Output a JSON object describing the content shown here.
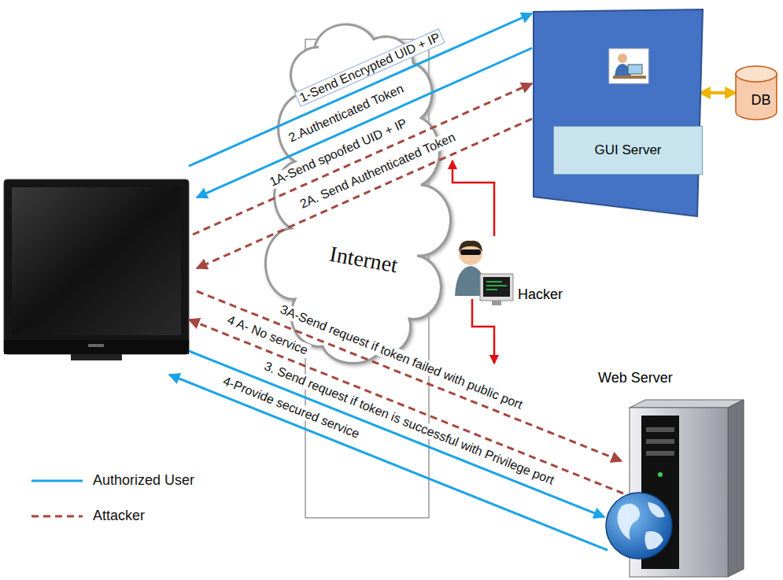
{
  "diagram": {
    "nodes": [
      {
        "text": [
          "GUI Server"
        ]
      },
      {
        "text": [
          "DB"
        ]
      },
      {
        "text": [
          "Hacker"
        ]
      },
      {
        "text": [
          "Web Server"
        ]
      }
    ],
    "edges": [
      {
        "from": 0,
        "to": 1,
        "arrow": "both"
      }
    ],
    "labels": [
      "1-Send Encrypted UID + IP",
      "2.Authenticated Token",
      "1A-Send spoofed UID + IP",
      "2A. Send Authenticated Token",
      "Internet",
      "3A-Send request if token failed with public port",
      "4 A- No service",
      "3. Send request if token is successful with Privilege port",
      "4-Provide secured service"
    ],
    "legend": [
      {
        "text": "Authorized User"
      },
      {
        "text": "Attacker"
      }
    ]
  }
}
